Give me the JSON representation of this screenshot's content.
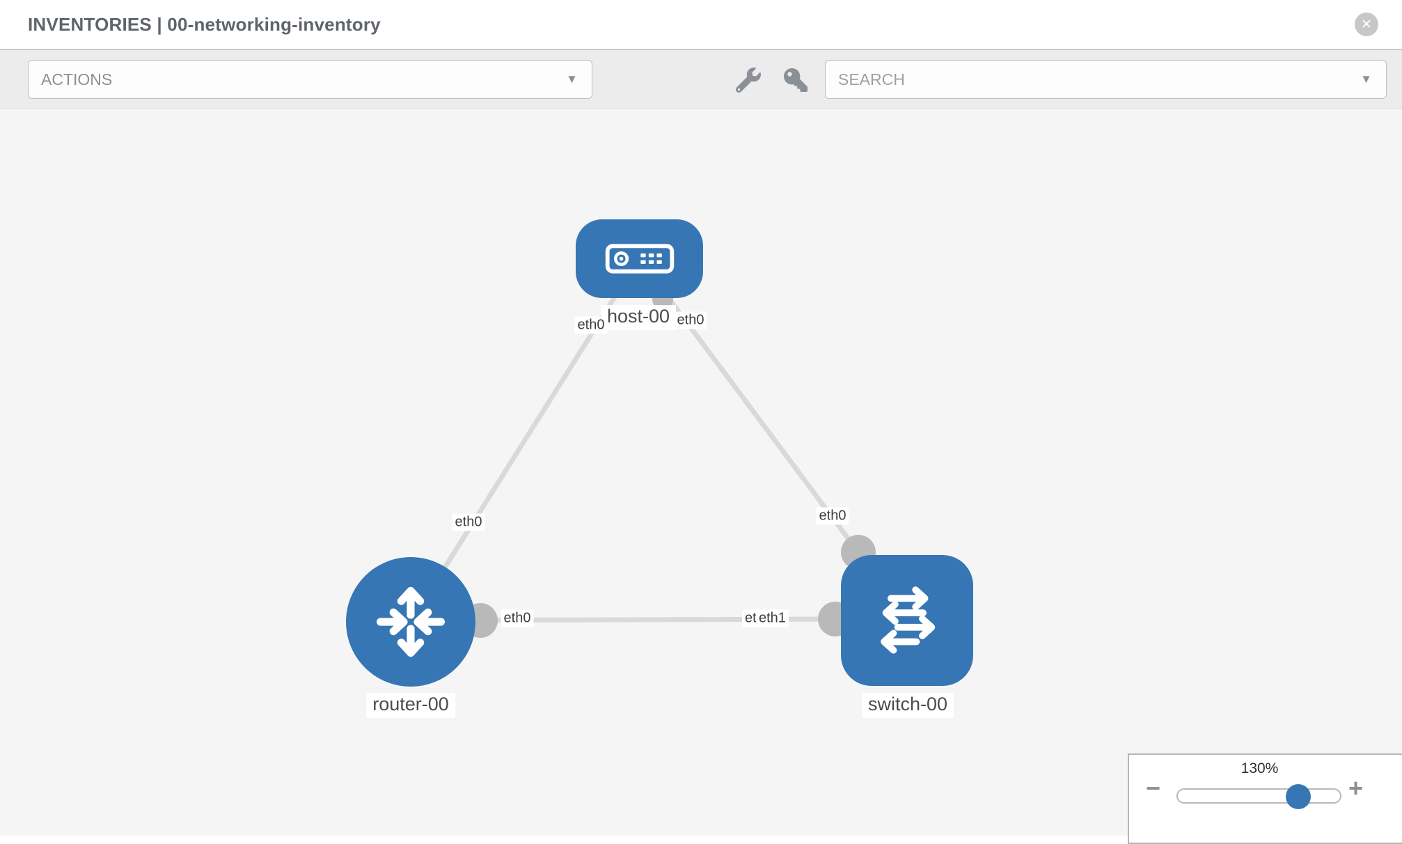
{
  "header": {
    "title": "INVENTORIES | 00-networking-inventory",
    "close_glyph": "✕"
  },
  "toolbar": {
    "actions_label": "ACTIONS",
    "search_placeholder": "SEARCH",
    "caret_glyph": "▼"
  },
  "topology": {
    "nodes": [
      {
        "id": "host-00",
        "type": "host",
        "label": "host-00"
      },
      {
        "id": "router-00",
        "type": "router",
        "label": "router-00"
      },
      {
        "id": "switch-00",
        "type": "switch",
        "label": "switch-00"
      }
    ],
    "links": [
      {
        "from": "host-00",
        "to": "router-00",
        "from_interface": "eth0",
        "to_interface": "eth0"
      },
      {
        "from": "host-00",
        "to": "switch-00",
        "from_interface": "eth0",
        "to_interface": "eth0"
      },
      {
        "from": "router-00",
        "to": "switch-00",
        "from_interface": "eth0",
        "to_interface": "eth1"
      }
    ],
    "port_labels": {
      "host_left": "eth0",
      "host_right": "eth0",
      "router_top": "eth0",
      "switch_top": "eth0",
      "mid_left": "eth0",
      "mid_right_under": "eth0",
      "mid_right_over": "eth1"
    }
  },
  "zoom_control": {
    "level": "130%",
    "minus_glyph": "−",
    "plus_glyph": "+"
  },
  "colors": {
    "node_blue": "#3776b4",
    "link_gray": "#d9d9d9",
    "endpoint_gray": "#b9b9b9",
    "icon_gray": "#8b9096"
  }
}
